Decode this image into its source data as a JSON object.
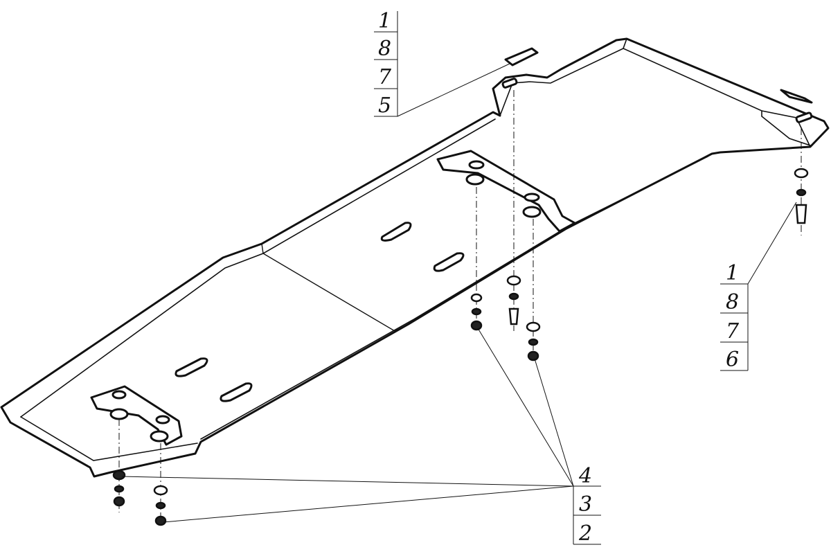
{
  "colors": {
    "stroke": "#111111",
    "background": "#ffffff",
    "fill": "#ffffff"
  },
  "callouts": {
    "top_stack": [
      "1",
      "8",
      "7",
      "5"
    ],
    "right_stack": [
      "1",
      "8",
      "7",
      "6"
    ],
    "bottom_stack": [
      "4",
      "3",
      "2"
    ]
  }
}
